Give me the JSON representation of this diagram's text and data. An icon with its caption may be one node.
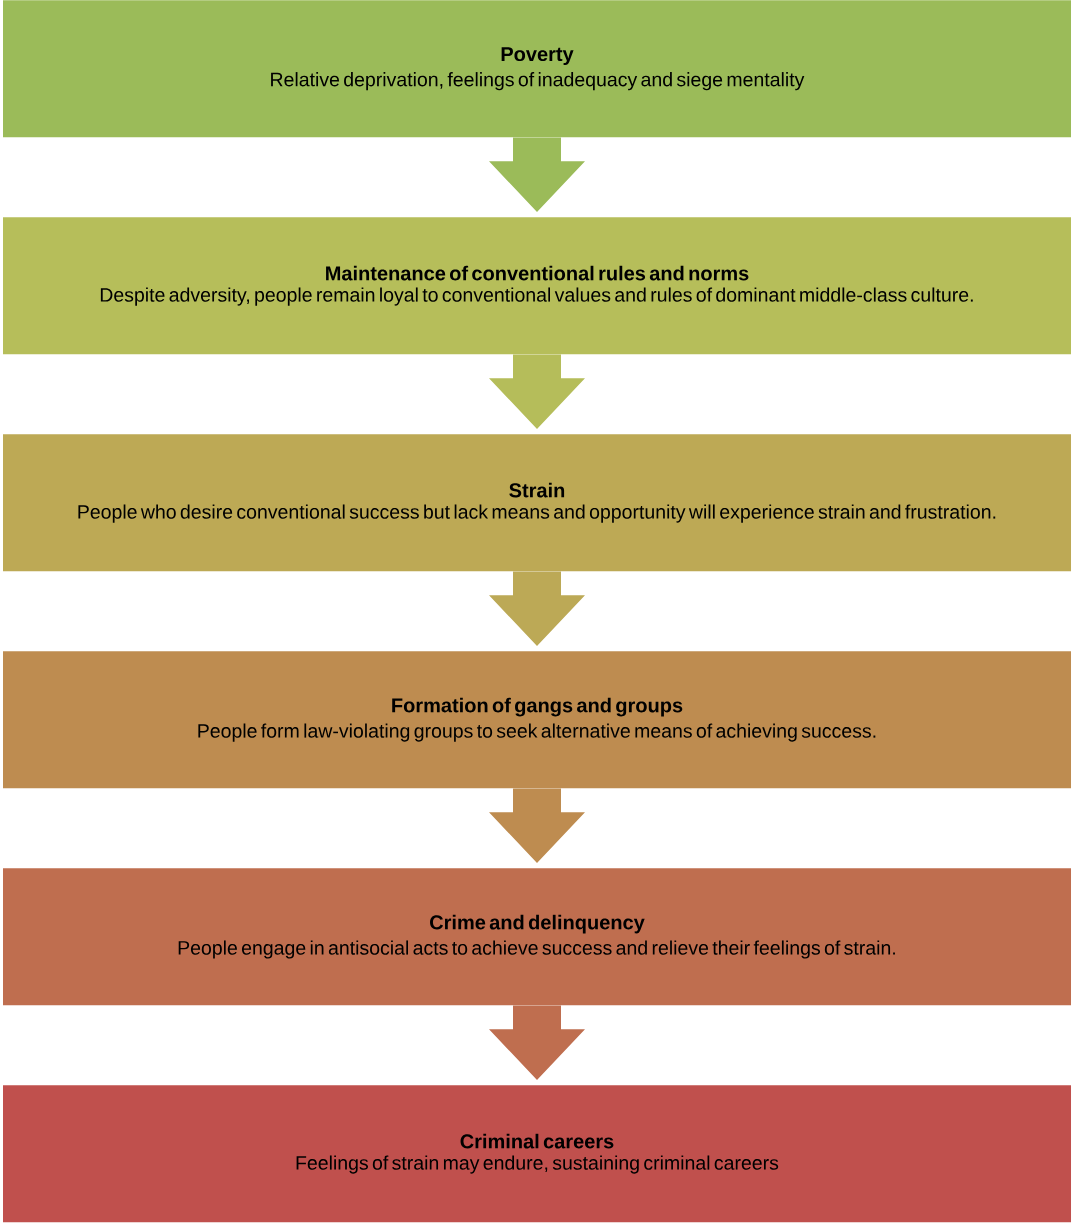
{
  "diagram": {
    "nodes": [
      {
        "text": [
          "Poverty",
          "Relative deprivation,  feelings of inadequacy and siege mentality"
        ]
      },
      {
        "text": [
          "Maintenance of conventional rules and norms",
          "Despite adversity, people remain loyal to conventional values and rules of dominant middle-class culture."
        ]
      },
      {
        "text": [
          "Strain",
          "People who desire conventional success but lack means and opportunity will experience strain and frustration."
        ]
      },
      {
        "text": [
          "Formation of gangs and groups",
          "People form law-violating groups to seek alternative means of achieving success."
        ]
      },
      {
        "text": [
          "Crime and delinquency",
          "People engage in antisocial acts to achieve success and relieve their feelings of strain."
        ]
      },
      {
        "text": [
          "Criminal careers",
          "Feelings of strain may endure, sustaining criminal careers"
        ]
      }
    ],
    "edges": [
      {
        "from": 0,
        "to": 1,
        "arrow": "to",
        "color": "#9bbb59"
      },
      {
        "from": 1,
        "to": 2,
        "arrow": "to",
        "color": "#b5bd5a"
      },
      {
        "from": 2,
        "to": 3,
        "arrow": "to",
        "color": "#bca956"
      },
      {
        "from": 3,
        "to": 4,
        "arrow": "to",
        "color": "#be8c50"
      },
      {
        "from": 4,
        "to": 5,
        "arrow": "to",
        "color": "#bf6e4f"
      }
    ]
  }
}
